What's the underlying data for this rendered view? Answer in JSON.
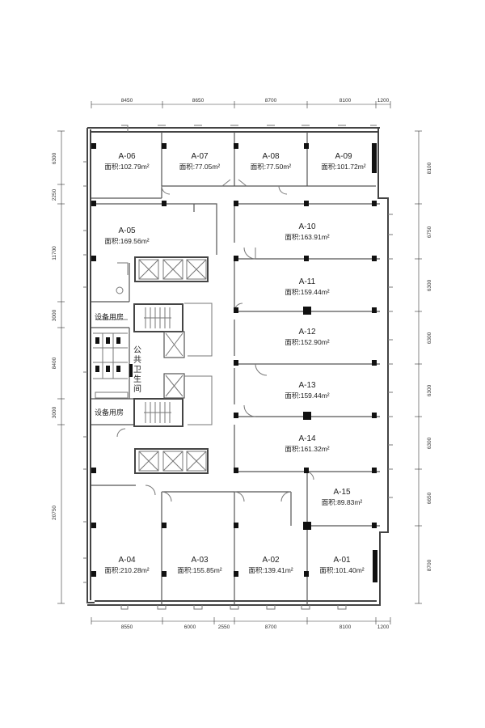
{
  "units": [
    {
      "id": "A-06",
      "area": "面积:102.79m²"
    },
    {
      "id": "A-07",
      "area": "面积:77.05m²"
    },
    {
      "id": "A-08",
      "area": "面积:77.50m²"
    },
    {
      "id": "A-09",
      "area": "面积:101.72m²"
    },
    {
      "id": "A-05",
      "area": "面积:169.56m²"
    },
    {
      "id": "A-10",
      "area": "面积:163.91m²"
    },
    {
      "id": "A-11",
      "area": "面积:159.44m²"
    },
    {
      "id": "A-12",
      "area": "面积:152.90m²"
    },
    {
      "id": "A-13",
      "area": "面积:159.44m²"
    },
    {
      "id": "A-14",
      "area": "面积:161.32m²"
    },
    {
      "id": "A-15",
      "area": "面积:89.83m²"
    },
    {
      "id": "A-04",
      "area": "面积:210.28m²"
    },
    {
      "id": "A-03",
      "area": "面积:155.85m²"
    },
    {
      "id": "A-02",
      "area": "面积:139.41m²"
    },
    {
      "id": "A-01",
      "area": "面积:101.40m²"
    }
  ],
  "rooms": {
    "equipment_room_1": "设备用房",
    "equipment_room_2": "设备用房",
    "public_toilet": [
      "公",
      "共",
      "卫",
      "生",
      "间"
    ]
  },
  "dimensions": {
    "top": [
      "8450",
      "8650",
      "8700",
      "8100",
      "1200"
    ],
    "bottom": [
      "8550",
      "6000",
      "2550",
      "8700",
      "8100",
      "1200"
    ],
    "left": [
      "6300",
      "2250",
      "11700",
      "3000",
      "8400",
      "3000",
      "20750"
    ],
    "right": [
      "8100",
      "6750",
      "6300",
      "6300",
      "6300",
      "6300",
      "6650",
      "8700"
    ]
  }
}
